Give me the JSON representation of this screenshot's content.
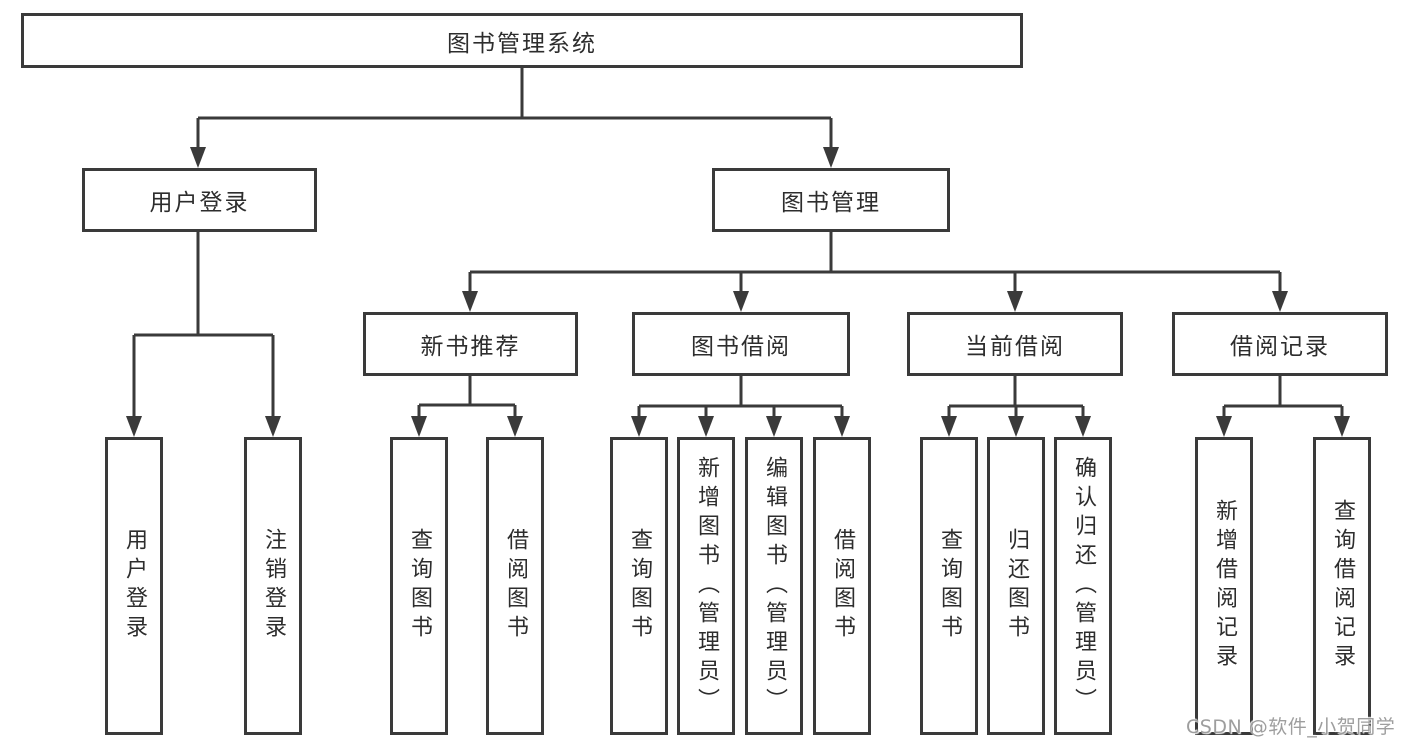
{
  "tree": {
    "root": {
      "label": "图书管理系统"
    },
    "children": [
      {
        "label": "用户登录",
        "children": [
          {
            "label": "用户登录"
          },
          {
            "label": "注销登录"
          }
        ]
      },
      {
        "label": "图书管理",
        "children": [
          {
            "label": "新书推荐",
            "children": [
              {
                "label": "查询图书"
              },
              {
                "label": "借阅图书"
              }
            ]
          },
          {
            "label": "图书借阅",
            "children": [
              {
                "label": "查询图书"
              },
              {
                "label": "新增图书（管理员）"
              },
              {
                "label": "编辑图书（管理员）"
              },
              {
                "label": "借阅图书"
              }
            ]
          },
          {
            "label": "当前借阅",
            "children": [
              {
                "label": "查询图书"
              },
              {
                "label": "归还图书"
              },
              {
                "label": "确认归还（管理员）"
              }
            ]
          },
          {
            "label": "借阅记录",
            "children": [
              {
                "label": "新增借阅记录"
              },
              {
                "label": "查询借阅记录"
              }
            ]
          }
        ]
      }
    ]
  },
  "watermark": {
    "text": "CSDN @软件_小贺同学"
  },
  "colors": {
    "line": "#3a3a3a",
    "box_border": "#3a3a3a",
    "box_background": "#ffffff",
    "text": "#2d2d2d",
    "background": "#ffffff",
    "watermark": "#9e9e9e"
  }
}
